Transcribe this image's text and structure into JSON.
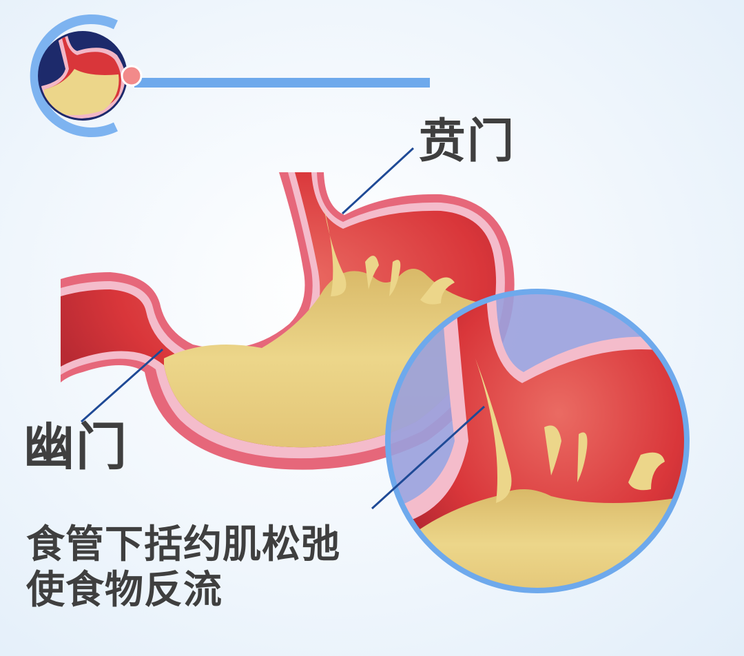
{
  "labels": {
    "cardia": "贲门",
    "pylorus": "幽门"
  },
  "caption": {
    "line1": "食管下括约肌松弛",
    "line2": "使食物反流"
  },
  "icons": {
    "badge": "stomach-thumbnail-icon",
    "zoom_lens": "magnifier-circle-icon"
  },
  "colors": {
    "accent_blue": "#6ea9ec",
    "dark_navy": "#1d2a6b",
    "stomach_red": "#d9363a",
    "stomach_wall_pink": "#f2b7c6",
    "food_yellow": "#e8cd7e",
    "text": "#3f3f3f",
    "lens_fill": "#8d93d8",
    "leader_line": "#1f4a96"
  }
}
